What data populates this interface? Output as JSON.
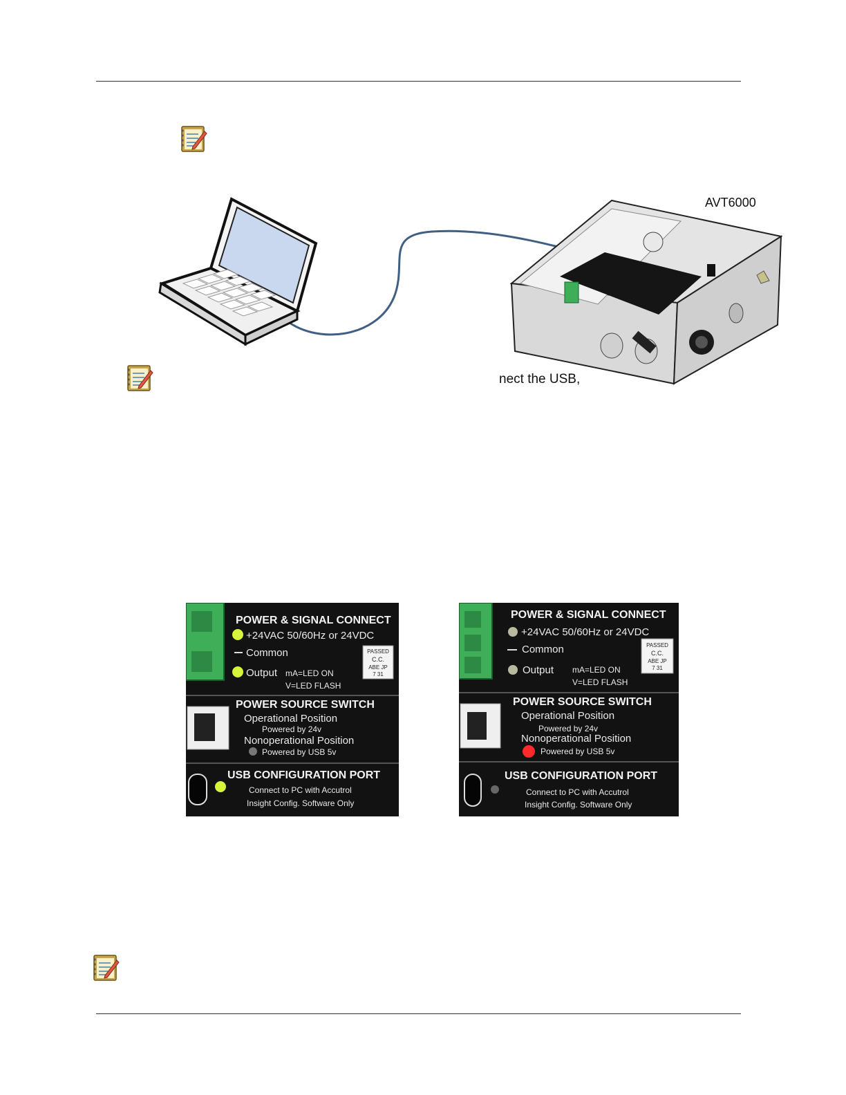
{
  "figure_top": {
    "device_label": "AVT6000",
    "partial_caption": "nect the USB,"
  },
  "board_panel": {
    "power_heading": "POWER & SIGNAL CONNECT",
    "power_line": "+24VAC 50/60Hz or 24VDC",
    "common_label": "Common",
    "output_label": "Output",
    "ma_note": "mA=LED ON",
    "v_note": "V=LED FLASH",
    "stamp_line1": "PASSED",
    "stamp_line2": "C.C.",
    "stamp_line3": "ABE JP",
    "stamp_line4": "7 31",
    "switch_heading": "POWER SOURCE SWITCH",
    "operational": "Operational Position",
    "powered_24v": "Powered by 24v",
    "nonoperational": "Nonoperational Position",
    "powered_usb": "Powered by USB 5v",
    "usb_heading": "USB CONFIGURATION PORT",
    "usb_line1": "Connect to PC with Accutrol",
    "usb_line2": "Insight Config. Software Only"
  },
  "colors": {
    "board": "#121212",
    "led_green": "#d8f43a",
    "led_red": "#ff2a2a",
    "terminal_green": "#3fae58",
    "cable": "#3f5f85"
  }
}
